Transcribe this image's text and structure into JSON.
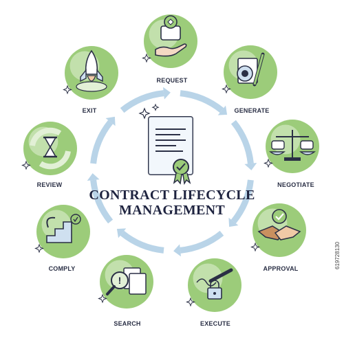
{
  "diagram": {
    "title_line1": "CONTRACT LIFECYCLE",
    "title_line2": "MANAGEMENT",
    "stages": [
      {
        "id": "request",
        "label": "REQUEST",
        "icon": "hand-location-pin-icon"
      },
      {
        "id": "generate",
        "label": "GENERATE",
        "icon": "document-gear-pencil-icon"
      },
      {
        "id": "negotiate",
        "label": "NEGOTIATE",
        "icon": "scales-speech-bubbles-icon"
      },
      {
        "id": "approval",
        "label": "APPROVAL",
        "icon": "handshake-checkmark-icon"
      },
      {
        "id": "execute",
        "label": "EXECUTE",
        "icon": "pen-signature-lock-icon"
      },
      {
        "id": "search",
        "label": "SEARCH",
        "icon": "magnifier-documents-icon"
      },
      {
        "id": "comply",
        "label": "COMPLY",
        "icon": "stairs-target-icon"
      },
      {
        "id": "review",
        "label": "REVIEW",
        "icon": "hourglass-cycle-icon"
      },
      {
        "id": "exit",
        "label": "EXIT",
        "icon": "rocket-launch-icon"
      }
    ],
    "stock_id": "619728130",
    "colors": {
      "circle_green": "#9ccc7a",
      "circle_light": "#e2f0d6",
      "cycle_blue": "#b9d4e8",
      "outline": "#2a2f45",
      "text": "#1f2440"
    }
  }
}
